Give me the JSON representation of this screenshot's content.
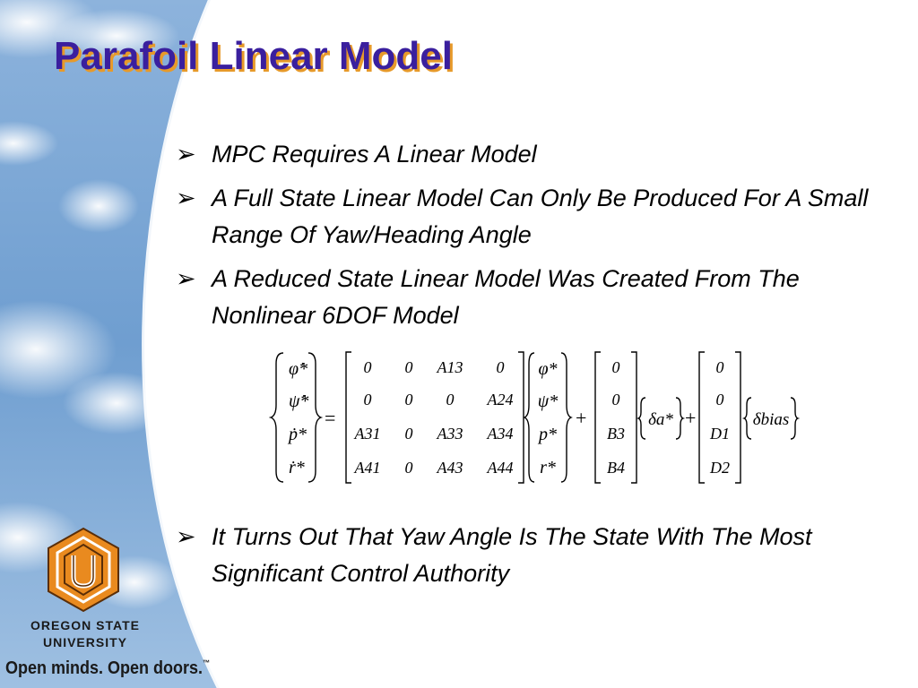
{
  "title": "Parafoil Linear Model",
  "bullets": [
    {
      "icon": "arrow-bullet-icon",
      "symbol": "➢",
      "text": "MPC Requires A Linear Model"
    },
    {
      "icon": "arrow-bullet-icon",
      "symbol": "➢",
      "text": "A Full State Linear Model Can Only Be Produced For A Small Range Of Yaw/Heading Angle"
    },
    {
      "icon": "arrow-bullet-icon",
      "symbol": "➢",
      "text": "A Reduced State Linear Model Was Created From The Nonlinear 6DOF Model"
    },
    {
      "icon": "arrow-bullet-icon",
      "symbol": "➢",
      "text": "It Turns Out That Yaw Angle Is The State With The Most Significant Control Authority"
    }
  ],
  "equation": {
    "lhs": [
      "φ̇*",
      "ψ̇*",
      "ṗ*",
      "ṙ*"
    ],
    "equals": "=",
    "A": [
      [
        "0",
        "0",
        "A13",
        "0"
      ],
      [
        "0",
        "0",
        "0",
        "A24"
      ],
      [
        "A31",
        "0",
        "A33",
        "A34"
      ],
      [
        "A41",
        "0",
        "A43",
        "A44"
      ]
    ],
    "state": [
      "φ*",
      "ψ*",
      "p*",
      "r*"
    ],
    "plus": "+",
    "B": [
      "0",
      "0",
      "B3",
      "B4"
    ],
    "input": "δa*",
    "D": [
      "0",
      "0",
      "D1",
      "D2"
    ],
    "bias": "δbias"
  },
  "logo": {
    "line1": "OREGON STATE",
    "line2": "UNIVERSITY",
    "tagline": "Open minds. Open doors.",
    "tm": "™",
    "colors": {
      "orange": "#e98a1f",
      "dark": "#1a1a1a"
    }
  },
  "colors": {
    "title": "#3a1f9e",
    "title_shadow": "#e79a2a",
    "sky": "#6f9ed0"
  }
}
